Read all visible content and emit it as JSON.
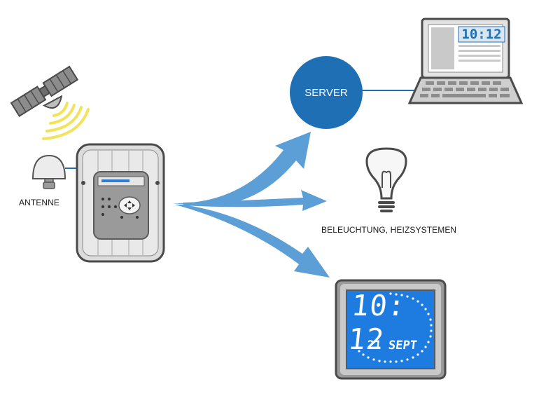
{
  "labels": {
    "antenna": "ANTENNE",
    "server": "SERVER",
    "lighting_heating": "BELEUCHTUNG, HEIZSYSTEMEN"
  },
  "laptop": {
    "screen_time": "10:12"
  },
  "wall_clock": {
    "time": "10: 12",
    "date": "21 SEPT"
  },
  "icons": [
    "satellite-icon",
    "signal-waves-icon",
    "antenna-icon",
    "time-server-device-icon",
    "server-icon",
    "laptop-icon",
    "light-bulb-icon",
    "wall-clock-icon"
  ],
  "colors": {
    "accent_blue": "#1f6fb5",
    "arrow_blue": "#5b9fd6",
    "signal_yellow": "#f2e35a",
    "device_gray": "#8c8c8c",
    "outline_dark": "#4a4a4a"
  }
}
